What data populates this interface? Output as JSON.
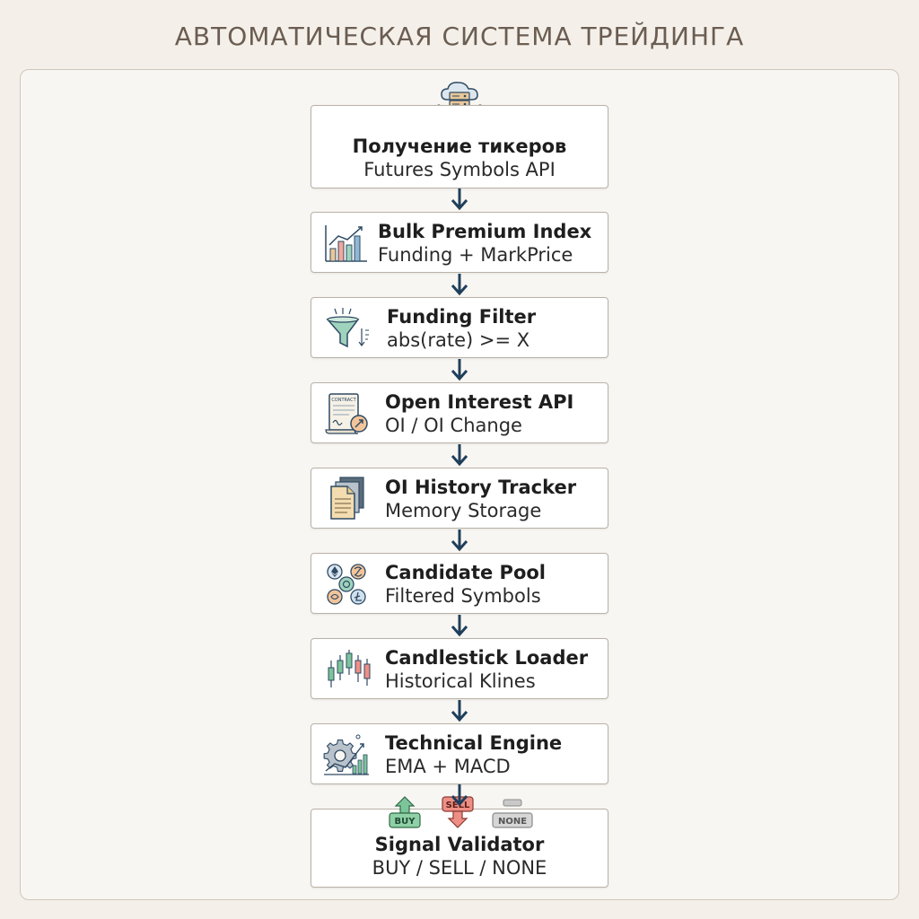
{
  "title": "АВТОМАТИЧЕСКАЯ СИСТЕМА ТРЕЙДИНГА",
  "steps": [
    {
      "title": "Получение тикеров",
      "subtitle": "Futures Symbols API",
      "icon": "cloud-server-icon"
    },
    {
      "title": "Bulk Premium Index",
      "subtitle": "Funding + MarkPrice",
      "icon": "bar-chart-icon"
    },
    {
      "title": "Funding Filter",
      "subtitle": "abs(rate) >= X",
      "icon": "funnel-icon"
    },
    {
      "title": "Open Interest API",
      "subtitle": "OI / OI Change",
      "icon": "contract-icon",
      "icon_text": "CONTRACT"
    },
    {
      "title": "OI History Tracker",
      "subtitle": "Memory Storage",
      "icon": "documents-stack-icon"
    },
    {
      "title": "Candidate Pool",
      "subtitle": "Filtered Symbols",
      "icon": "crypto-coins-icon"
    },
    {
      "title": "Candlestick Loader",
      "subtitle": "Historical Klines",
      "icon": "candlestick-icon"
    },
    {
      "title": "Technical Engine",
      "subtitle": "EMA + MACD",
      "icon": "gear-chart-icon"
    },
    {
      "title": "Signal Validator",
      "subtitle": "BUY / SELL / NONE",
      "icon": "signals-icon"
    }
  ],
  "signals": {
    "buy": "BUY",
    "sell": "SELL",
    "none": "NONE"
  },
  "colors": {
    "arrow": "#1f3f5b",
    "box_border": "#b9b2a7",
    "buy": "#5fae7b",
    "sell": "#e0746a",
    "none": "#b4b4b4",
    "title": "#6b5d52"
  }
}
